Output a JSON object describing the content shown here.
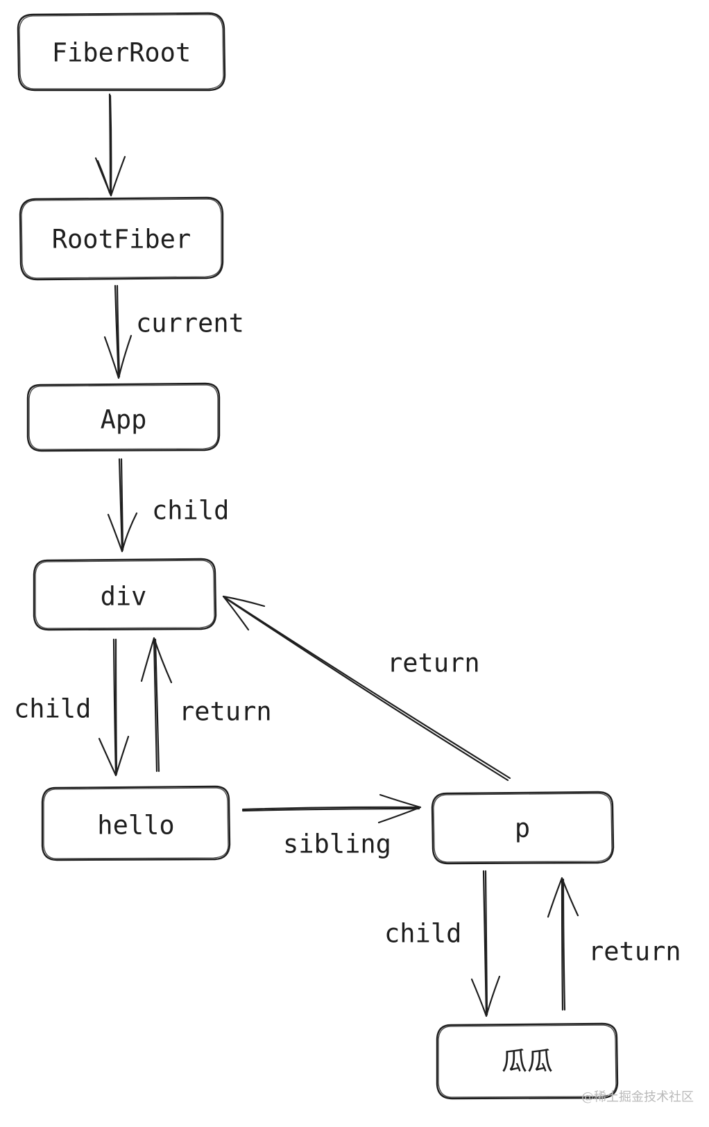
{
  "nodes": {
    "fiber_root": "FiberRoot",
    "root_fiber": "RootFiber",
    "app": "App",
    "div": "div",
    "hello": "hello",
    "p": "p",
    "guagua": "瓜瓜"
  },
  "edges": {
    "fiber_root_to_root_fiber": "",
    "root_fiber_to_app": "current",
    "app_to_div": "child",
    "div_to_hello": "child",
    "hello_to_div": "return",
    "hello_to_p": "sibling",
    "p_to_div": "return",
    "p_to_guagua": "child",
    "guagua_to_p": "return"
  },
  "watermark": "@稀土掘金技术社区"
}
